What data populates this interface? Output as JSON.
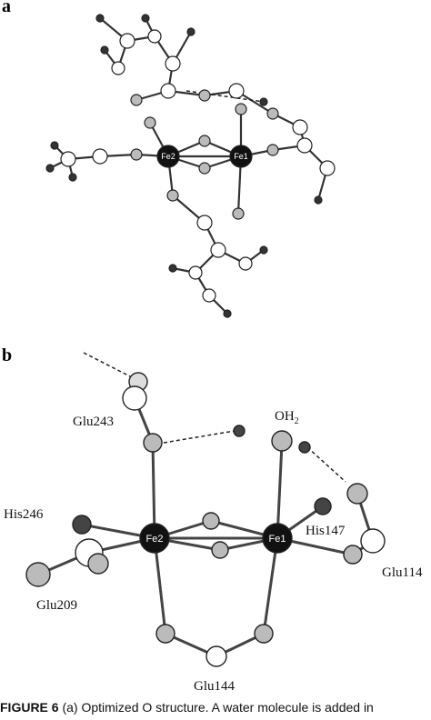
{
  "panel_a": {
    "label": "a",
    "fe_labels": [
      "Fe2",
      "Fe1"
    ]
  },
  "panel_b": {
    "label": "b",
    "fe_labels": [
      "Fe2",
      "Fe1"
    ],
    "residues": {
      "glu243": "Glu243",
      "oh2_main": "OH",
      "oh2_sub": "2",
      "his246": "His246",
      "his147": "His147",
      "glu114": "Glu114",
      "glu209": "Glu209",
      "glu144": "Glu144"
    }
  },
  "caption": {
    "figure_label": "FIGURE 6",
    "text": "(a) Optimized O structure. A water molecule is added in"
  },
  "colors": {
    "iron": "#111111",
    "oxygen": "#bdbdbd",
    "nitrogen": "#555555",
    "carbon": "#ffffff",
    "bond": "#333333"
  }
}
